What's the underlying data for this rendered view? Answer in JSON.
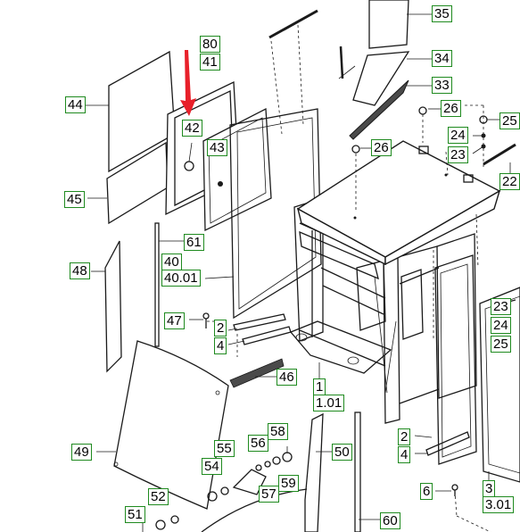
{
  "diagram": {
    "callouts": [
      {
        "id": "35",
        "text": "35"
      },
      {
        "id": "80",
        "text": "80"
      },
      {
        "id": "41",
        "text": "41"
      },
      {
        "id": "34",
        "text": "34"
      },
      {
        "id": "33",
        "text": "33"
      },
      {
        "id": "44",
        "text": "44"
      },
      {
        "id": "26a",
        "text": "26"
      },
      {
        "id": "25a",
        "text": "25"
      },
      {
        "id": "42",
        "text": "42"
      },
      {
        "id": "24a",
        "text": "24"
      },
      {
        "id": "43",
        "text": "43"
      },
      {
        "id": "26b",
        "text": "26"
      },
      {
        "id": "23a",
        "text": "23"
      },
      {
        "id": "22",
        "text": "22"
      },
      {
        "id": "45",
        "text": "45"
      },
      {
        "id": "61",
        "text": "61"
      },
      {
        "id": "48",
        "text": "48"
      },
      {
        "id": "40",
        "text": "40"
      },
      {
        "id": "40.01",
        "text": "40.01"
      },
      {
        "id": "23b",
        "text": "23"
      },
      {
        "id": "47",
        "text": "47"
      },
      {
        "id": "2a",
        "text": "2"
      },
      {
        "id": "24b",
        "text": "24"
      },
      {
        "id": "4a",
        "text": "4"
      },
      {
        "id": "25b",
        "text": "25"
      },
      {
        "id": "46",
        "text": "46"
      },
      {
        "id": "1",
        "text": "1"
      },
      {
        "id": "1.01",
        "text": "1.01"
      },
      {
        "id": "2b",
        "text": "2"
      },
      {
        "id": "58",
        "text": "58"
      },
      {
        "id": "56",
        "text": "56"
      },
      {
        "id": "49",
        "text": "49"
      },
      {
        "id": "55",
        "text": "55"
      },
      {
        "id": "4b",
        "text": "4"
      },
      {
        "id": "50",
        "text": "50"
      },
      {
        "id": "54",
        "text": "54"
      },
      {
        "id": "59",
        "text": "59"
      },
      {
        "id": "3",
        "text": "3"
      },
      {
        "id": "57",
        "text": "57"
      },
      {
        "id": "6",
        "text": "6"
      },
      {
        "id": "52",
        "text": "52"
      },
      {
        "id": "3.01",
        "text": "3.01"
      },
      {
        "id": "51",
        "text": "51"
      },
      {
        "id": "60",
        "text": "60"
      }
    ],
    "colors": {
      "label_border": "#1f8a1f",
      "line": "#1a1a1a",
      "pointer_arrow": "#e8202a"
    }
  }
}
